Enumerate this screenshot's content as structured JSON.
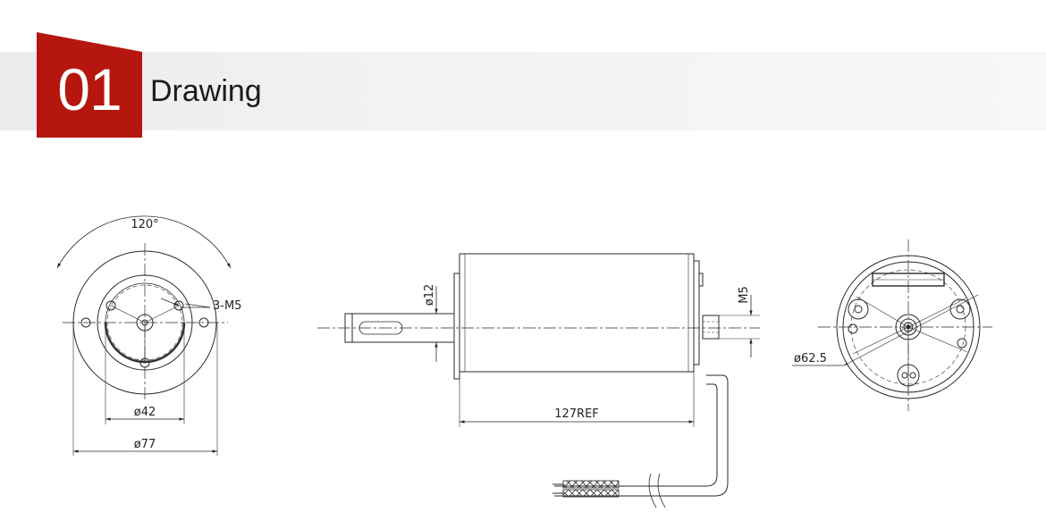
{
  "header": {
    "number": "01",
    "title": "Drawing",
    "accent_color": "#b5170f"
  },
  "front_view": {
    "angle_label": "120°",
    "thread_label": "3-M5",
    "inner_diameter_label": "ø42",
    "outer_diameter_label": "ø77"
  },
  "side_view": {
    "shaft_label": "ø12",
    "thread_label": "M5",
    "length_label": "127REF"
  },
  "rear_view": {
    "diameter_label": "ø62.5"
  }
}
